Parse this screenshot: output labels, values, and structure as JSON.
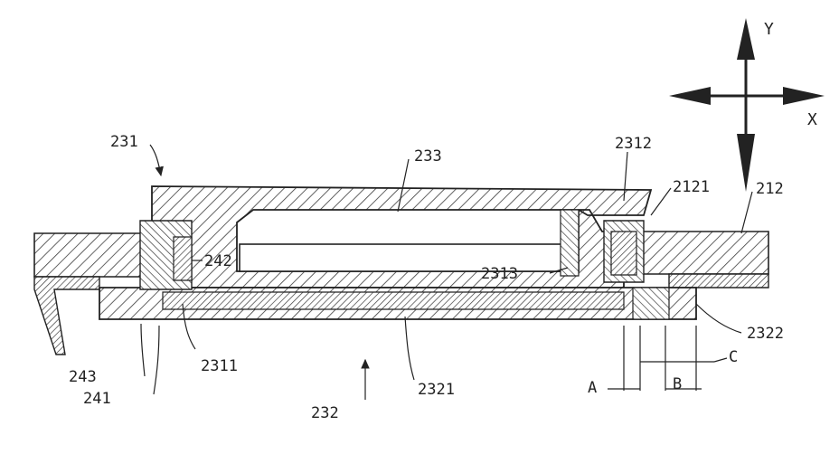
{
  "axis": {
    "y_label": "Y",
    "x_label": "X"
  },
  "labels": {
    "ref_231": "231",
    "ref_233": "233",
    "ref_2312": "2312",
    "ref_2121": "2121",
    "ref_212": "212",
    "ref_242": "242",
    "ref_2313": "2313",
    "ref_2311": "2311",
    "ref_2321": "2321",
    "ref_2322": "2322",
    "ref_243": "243",
    "ref_241": "241",
    "ref_232": "232",
    "dim_A": "A",
    "dim_B": "B",
    "dim_C": "C"
  }
}
